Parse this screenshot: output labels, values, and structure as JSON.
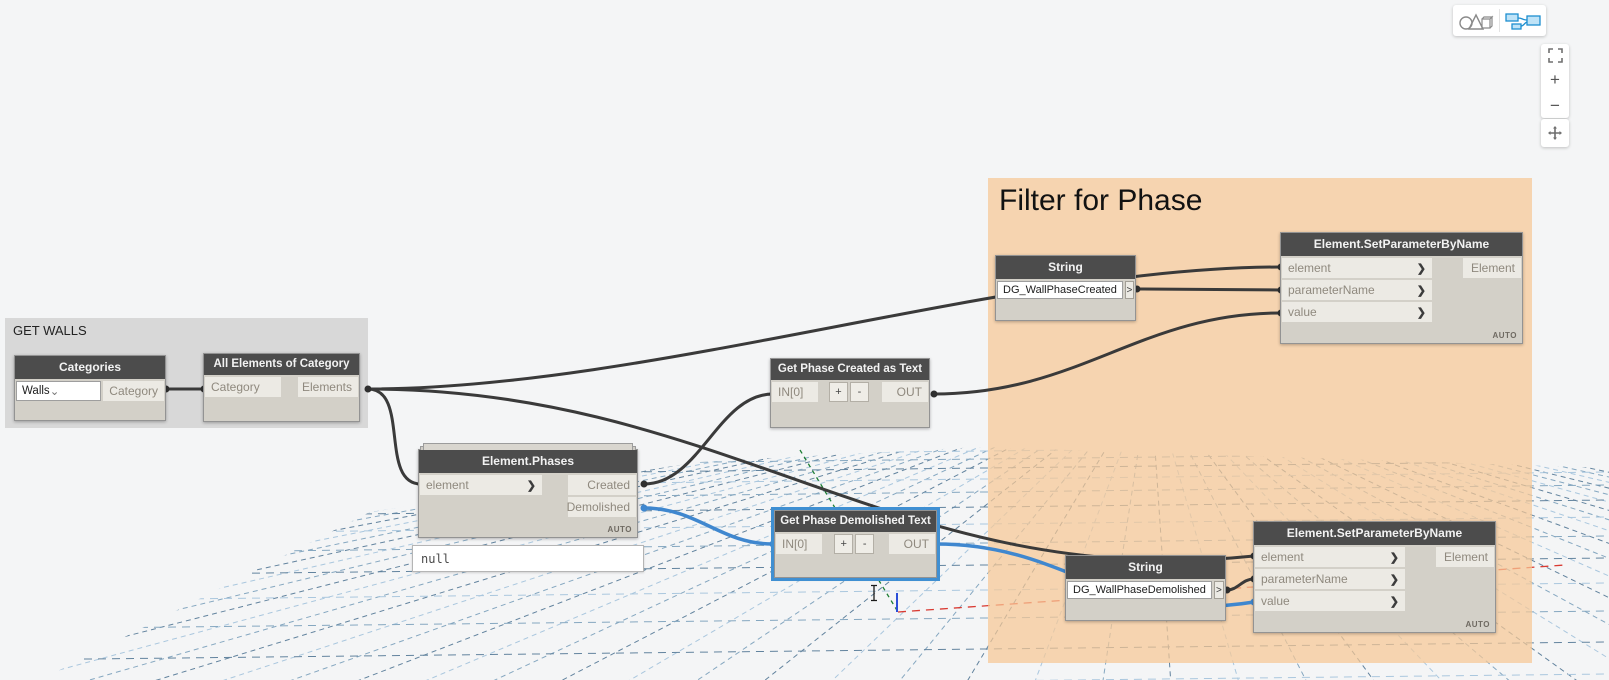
{
  "groups": {
    "get_walls": {
      "title": "GET WALLS"
    },
    "filter_for_phase": {
      "title": "Filter for Phase"
    }
  },
  "nodes": {
    "categories": {
      "title": "Categories",
      "dropdown_value": "Walls",
      "outputs": [
        "Category"
      ]
    },
    "all_elements_of_category": {
      "title": "All Elements of Category",
      "inputs": [
        "Category"
      ],
      "outputs": [
        "Elements"
      ]
    },
    "element_phases": {
      "title": "Element.Phases",
      "inputs": [
        "element"
      ],
      "outputs": [
        "Created",
        "Demolished"
      ],
      "lacing": "AUTO",
      "preview_value": "null"
    },
    "get_phase_created": {
      "title": "Get Phase Created as Text",
      "input": "IN[0]",
      "plus_label": "+",
      "minus_label": "-",
      "output": "OUT"
    },
    "get_phase_demolished": {
      "title": "Get Phase Demolished Text",
      "input": "IN[0]",
      "plus_label": "+",
      "minus_label": "-",
      "output": "OUT",
      "selected": true
    },
    "string_created": {
      "title": "String",
      "value": "DG_WallPhaseCreated",
      "output_glyph": ">"
    },
    "string_demolished": {
      "title": "String",
      "value": "DG_WallPhaseDemolished",
      "output_glyph": ">"
    },
    "set_param_created": {
      "title": "Element.SetParameterByName",
      "inputs": [
        "element",
        "parameterName",
        "value"
      ],
      "output": "Element",
      "lacing": "AUTO"
    },
    "set_param_demolished": {
      "title": "Element.SetParameterByName",
      "inputs": [
        "element",
        "parameterName",
        "value"
      ],
      "output": "Element",
      "lacing": "AUTO"
    }
  },
  "controls": {
    "zoom_in": "+",
    "zoom_out": "−"
  },
  "icons": {
    "geometry_preview": "circle-triangle-cube outline",
    "graph_view": "blue node-graph (active)",
    "fit_view": "corner brackets",
    "pan": "four-direction move arrows",
    "port_chevron": "❯",
    "dropdown_chevron": "⌄"
  },
  "colors": {
    "canvas": "#f4f5f6",
    "group_gray": "#d8d8d8",
    "group_orange_fill": "rgba(246,199,148,0.72)",
    "node_header": "#4c4c4c",
    "node_body": "#d3d0c8",
    "port_chip": "#eceae4",
    "wire_dark": "#3a3a3a",
    "wire_selected_blue": "#3f87cf",
    "selection_outline": "#3f8fd2",
    "grid_light_blue": "#aac7de",
    "grid_dark_blue": "#62839e",
    "axis_red": "#d93a32",
    "axis_green": "#1e7e34",
    "axis_blue": "#2c4fd8",
    "active_toolbar_blue": "#1e8fd0"
  }
}
